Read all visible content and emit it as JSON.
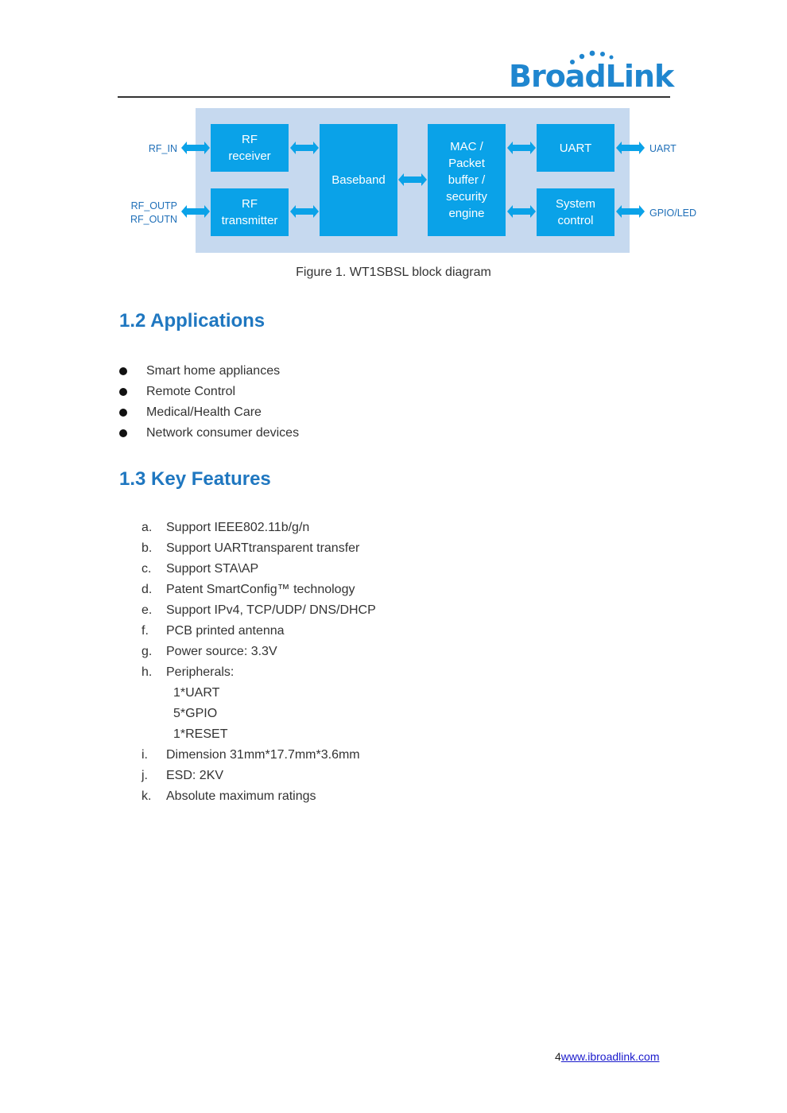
{
  "header": {
    "logo_text": "BroadLink",
    "logo_color": "#1f86cf"
  },
  "diagram": {
    "background_color": "#c6d9ef",
    "block_color": "#0aa2e8",
    "blocks": {
      "rf_receiver": "RF\nreceiver",
      "rf_transmitter": "RF\ntransmitter",
      "baseband": "Baseband",
      "mac": "MAC /\nPacket\nbuffer /\nsecurity\nengine",
      "uart": "UART",
      "system_control": "System\ncontrol"
    },
    "signals": {
      "rf_in": "RF_IN",
      "rf_outp": "RF_OUTP",
      "rf_outn": "RF_OUTN",
      "uart": "UART",
      "gpio_led": "GPIO/LED"
    },
    "caption": "Figure 1. WT1SBSL block diagram"
  },
  "applications": {
    "heading": "1.2 Applications",
    "items": [
      "Smart home appliances",
      "Remote Control",
      "Medical/Health Care",
      "Network consumer devices"
    ]
  },
  "key_features": {
    "heading": "1.3 Key Features",
    "items": [
      {
        "letter": "a.",
        "text": "Support IEEE802.11b/g/n"
      },
      {
        "letter": "b.",
        "text": "Support UARTtransparent transfer"
      },
      {
        "letter": "c.",
        "text": "Support STA\\AP"
      },
      {
        "letter": "d.",
        "text": "Patent SmartConfig™ technology"
      },
      {
        "letter": "e.",
        "text": "Support IPv4, TCP/UDP/ DNS/DHCP"
      },
      {
        "letter": "f.",
        "text": "PCB printed antenna"
      },
      {
        "letter": "g.",
        "text": "Power source: 3.3V"
      },
      {
        "letter": "h.",
        "text": "Peripherals:"
      }
    ],
    "peripherals": [
      "1*UART",
      "5*GPIO",
      "1*RESET"
    ],
    "items_after": [
      {
        "letter": "i.",
        "text": "Dimension 31mm*17.7mm*3.6mm"
      },
      {
        "letter": "j.",
        "text": "ESD: 2KV"
      },
      {
        "letter": "k.",
        "text": "Absolute maximum ratings"
      }
    ]
  },
  "footer": {
    "page_number": "4",
    "link_text": "www.ibroadlink.com"
  }
}
